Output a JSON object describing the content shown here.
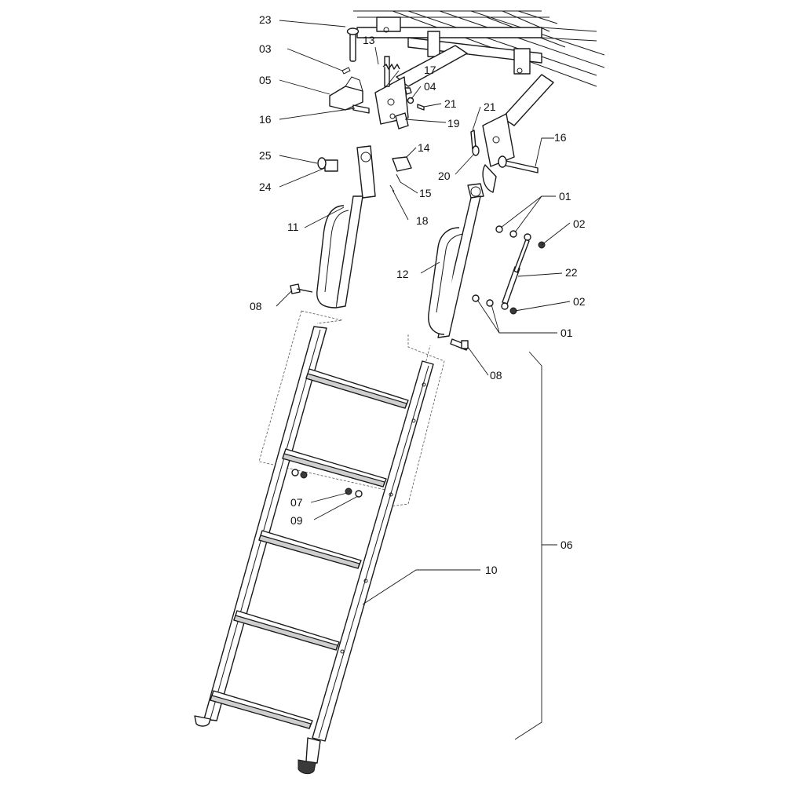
{
  "labels": {
    "l23": "23",
    "l13": "13",
    "l03": "03",
    "l05": "05",
    "l17": "17",
    "l04": "04",
    "l21a": "21",
    "l21b": "21",
    "l16a": "16",
    "l19": "19",
    "l16b": "16",
    "l25": "25",
    "l14": "14",
    "l24": "24",
    "l20": "20",
    "l15": "15",
    "l01a": "01",
    "l11": "11",
    "l18": "18",
    "l02a": "02",
    "l12": "12",
    "l22": "22",
    "l08a": "08",
    "l02b": "02",
    "l01b": "01",
    "l08b": "08",
    "l07": "07",
    "l09": "09",
    "l06": "06",
    "l10": "10"
  }
}
